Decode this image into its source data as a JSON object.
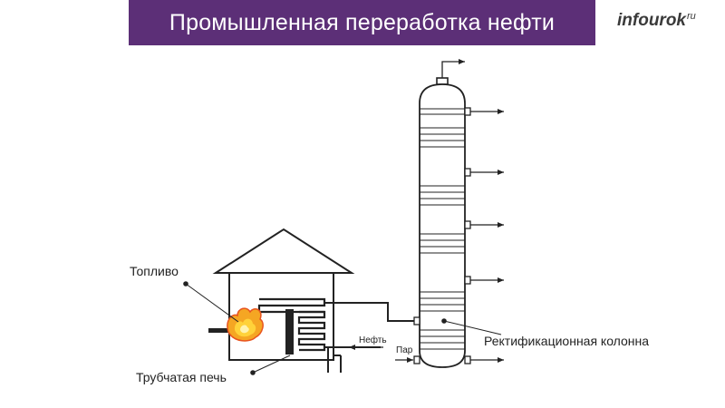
{
  "header": {
    "title": "Промышленная переработка нефти",
    "logo_main": "infourok",
    "logo_suffix": "ru"
  },
  "diagram": {
    "labels": {
      "fuel": "Топливо",
      "furnace": "Трубчатая печь",
      "column": "Ректификационная колонна",
      "oil": "Нефть",
      "steam": "Пар"
    }
  },
  "colors": {
    "title_bar": "#5c2f77",
    "title_text": "#ffffff",
    "lines": "#222222",
    "flame_outer": "#f5a623",
    "flame_inner": "#ffd23a",
    "flame_edge": "#e8531e"
  }
}
